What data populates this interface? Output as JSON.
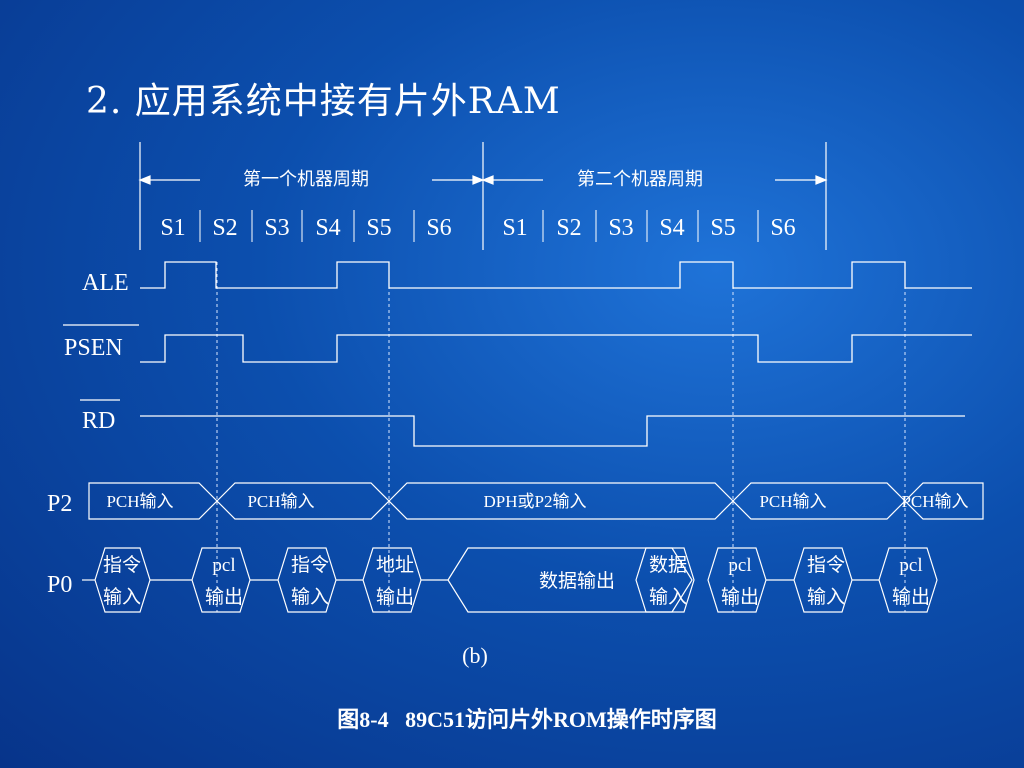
{
  "title": "2. 应用系统中接有片外RAM",
  "cycles": [
    "第一个机器周期",
    "第二个机器周期"
  ],
  "states": [
    "S1",
    "S2",
    "S3",
    "S4",
    "S5",
    "S6"
  ],
  "signals": {
    "ale": "ALE",
    "psen": "PSEN",
    "rd": "RD",
    "p2": "P2",
    "p0": "P0"
  },
  "p2_bus": [
    "PCH输入",
    "PCH输入",
    "DPH或P2输入",
    "PCH输入",
    "PCH输入"
  ],
  "p0_bus": [
    {
      "line1": "指令",
      "line2": "输入"
    },
    {
      "line1": "pcl",
      "line2": "输出"
    },
    {
      "line1": "指令",
      "line2": "输入"
    },
    {
      "line1": "地址",
      "line2": "输出"
    },
    {
      "line1": "数据输出",
      "line2": ""
    },
    {
      "line1": "数据",
      "line2": "输入"
    },
    {
      "line1": "pcl",
      "line2": "输出"
    },
    {
      "line1": "指令",
      "line2": "输入"
    },
    {
      "line1": "pcl",
      "line2": "输出"
    }
  ],
  "subfigure_label": "(b)",
  "caption": "图8-4   89C51访问片外ROM操作时序图",
  "colors": {
    "line": "#ffffff",
    "dotted": "#d8e6ff"
  }
}
